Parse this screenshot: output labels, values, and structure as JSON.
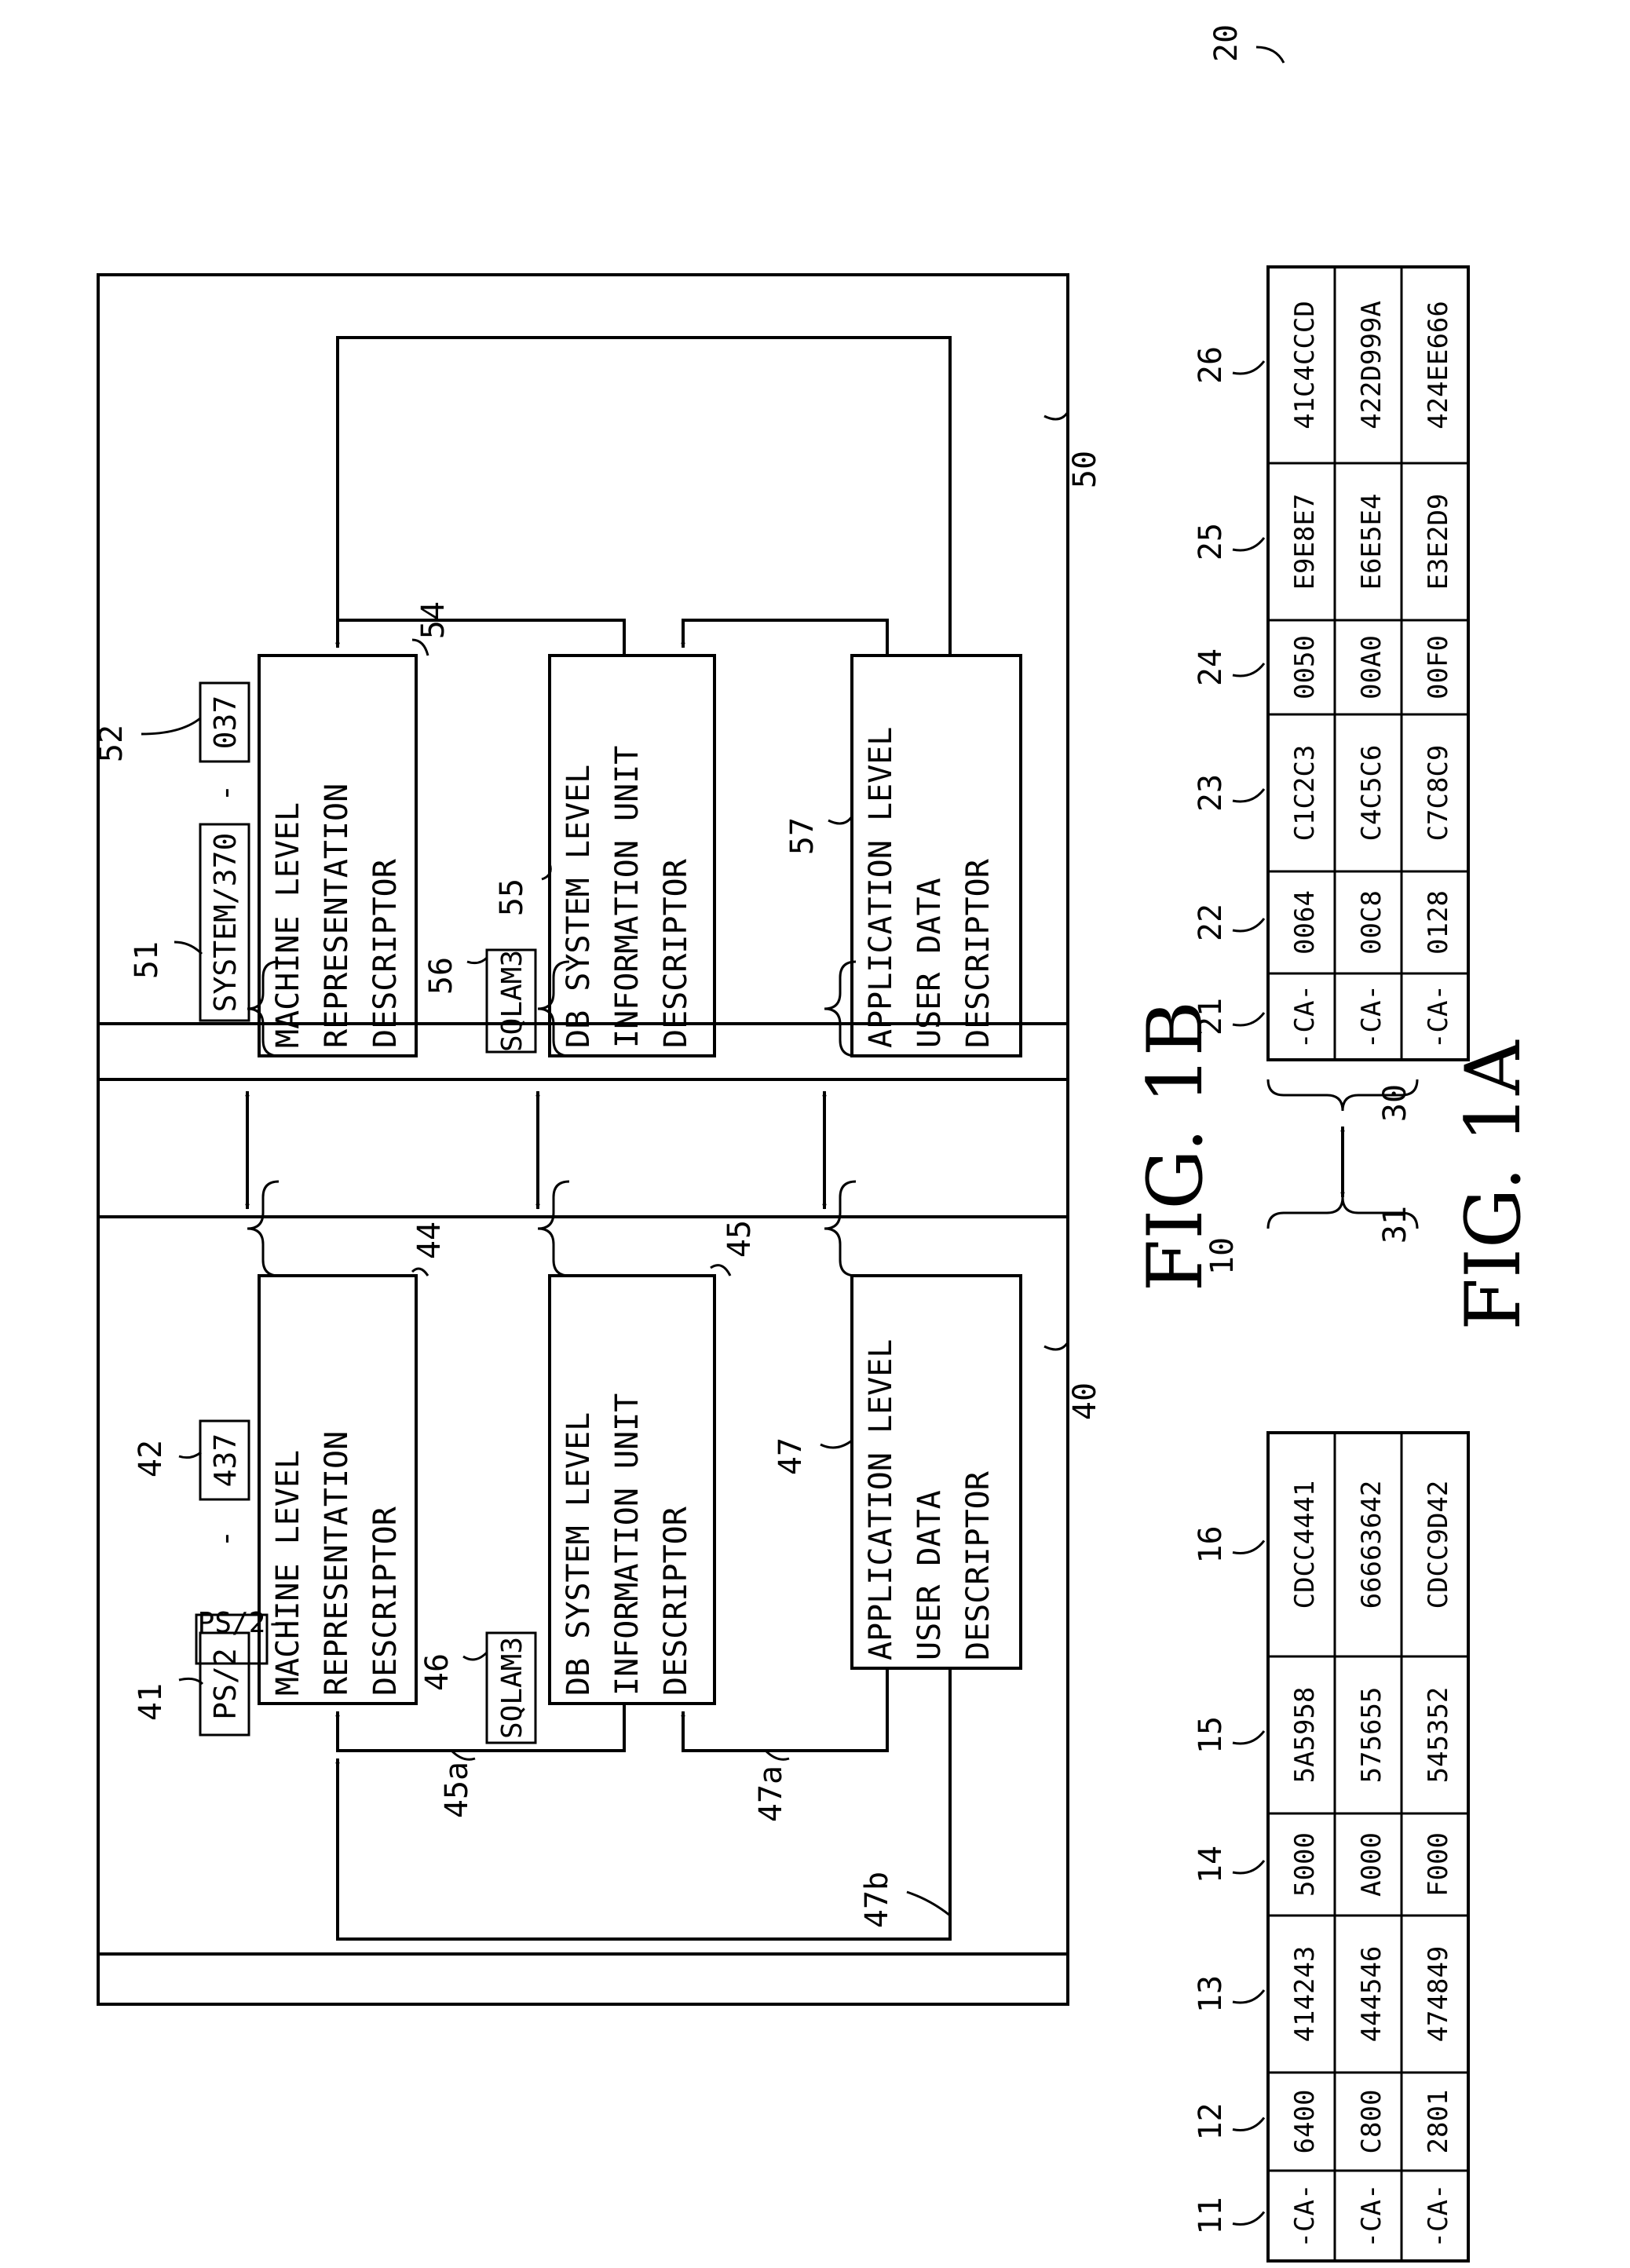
{
  "figure_1b": {
    "caption": "FIG. 1B",
    "left_system": {
      "ref": "40",
      "machine_name": "PS/2",
      "machine_ref": "41",
      "code": "437",
      "code_ref": "42",
      "separator": "-",
      "descriptor_machine": {
        "ref": "44",
        "lines": [
          "MACHINE LEVEL",
          "REPRESENTATION",
          "DESCRIPTOR"
        ]
      },
      "descriptor_db": {
        "ref": "45",
        "tag": "SQLAM3",
        "tag_ref": "46",
        "lines": [
          "DB SYSTEM LEVEL",
          "INFORMATION UNIT",
          "DESCRIPTOR"
        ]
      },
      "descriptor_app": {
        "ref": "47",
        "lines": [
          "APPLICATION LEVEL",
          "USER DATA",
          "DESCRIPTOR"
        ]
      },
      "link_refs": {
        "db_to_machine": "45a",
        "app_to_db": "47a",
        "app_to_machine": "47b"
      }
    },
    "right_system": {
      "ref": "50",
      "machine_name": "SYSTEM/370",
      "machine_ref": "51",
      "code": "037",
      "code_ref": "52",
      "separator": "-",
      "descriptor_machine": {
        "ref": "54",
        "lines": [
          "MACHINE LEVEL",
          "REPRESENTATION",
          "DESCRIPTOR"
        ]
      },
      "descriptor_db": {
        "ref": "55",
        "tag": "SQLAM3",
        "tag_ref": "56",
        "lines": [
          "DB SYSTEM LEVEL",
          "INFORMATION UNIT",
          "DESCRIPTOR"
        ]
      },
      "descriptor_app": {
        "ref": "57",
        "lines": [
          "APPLICATION LEVEL",
          "USER DATA",
          "DESCRIPTOR"
        ]
      }
    }
  },
  "figure_1a": {
    "caption": "FIG. 1A",
    "left_table": {
      "ref": "10",
      "column_refs": [
        "11",
        "12",
        "13",
        "14",
        "15",
        "16"
      ],
      "rows": [
        [
          "-CA-",
          "6400",
          "414243",
          "5000",
          "5A5958",
          "CDCC4441"
        ],
        [
          "-CA-",
          "C800",
          "444546",
          "A000",
          "575655",
          "66663642"
        ],
        [
          "-CA-",
          "2801",
          "474849",
          "F000",
          "545352",
          "CDCC9D42"
        ]
      ]
    },
    "right_table": {
      "ref": "20",
      "column_refs": [
        "21",
        "22",
        "23",
        "24",
        "25",
        "26"
      ],
      "rows": [
        [
          "-CA-",
          "0064",
          "C1C2C3",
          "0050",
          "E9E8E7",
          "41C4CCCD"
        ],
        [
          "-CA-",
          "00C8",
          "C4C5C6",
          "00A0",
          "E6E5E4",
          "422D999A"
        ],
        [
          "-CA-",
          "0128",
          "C7C8C9",
          "00F0",
          "E3E2D9",
          "424EE666"
        ]
      ]
    },
    "link_refs": {
      "right": "30",
      "left": "31"
    }
  }
}
